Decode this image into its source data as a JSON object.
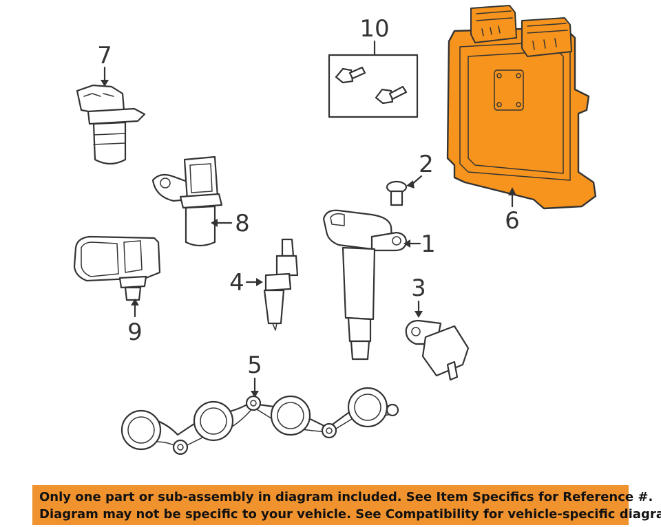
{
  "callouts": {
    "c1": "1",
    "c2": "2",
    "c3": "3",
    "c4": "4",
    "c5": "5",
    "c6": "6",
    "c7": "7",
    "c8": "8",
    "c9": "9",
    "c10": "10"
  },
  "highlight_color": "#f7941d",
  "disclaimer": {
    "line1": "Only one part or sub-assembly in diagram included. See Item Specifics for Reference #.",
    "line2": "Diagram may not be specific to your vehicle. See Compatibility for vehicle-specific diagrams."
  }
}
